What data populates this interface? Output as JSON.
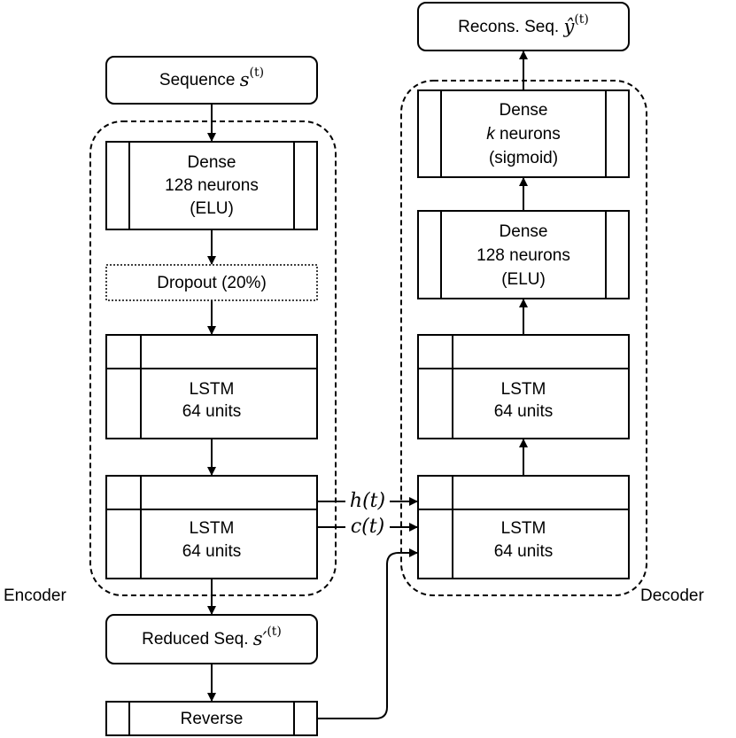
{
  "encoder": {
    "label": "Encoder",
    "input": {
      "text": "Sequence ",
      "symbol": "s",
      "superscript": "(t)"
    },
    "dense": {
      "line1": "Dense",
      "line2": "128 neurons",
      "line3": "(ELU)"
    },
    "dropout": {
      "text": "Dropout (20%)"
    },
    "lstm1": {
      "line1": "LSTM",
      "line2": "64 units"
    },
    "lstm2": {
      "line1": "LSTM",
      "line2": "64 units"
    },
    "output": {
      "text": "Reduced Seq. ",
      "symbol": "s′",
      "superscript": "(t)"
    },
    "reverse": {
      "text": "Reverse"
    }
  },
  "states": {
    "hidden": "h(t)",
    "cell": "c(t)"
  },
  "decoder": {
    "label": "Decoder",
    "lstm1": {
      "line1": "LSTM",
      "line2": "64 units"
    },
    "lstm2": {
      "line1": "LSTM",
      "line2": "64 units"
    },
    "dense1": {
      "line1": "Dense",
      "line2": "128 neurons",
      "line3": "(ELU)"
    },
    "dense2": {
      "line1": "Dense",
      "line2_prefix": "k",
      "line2_suffix": " neurons",
      "line3": "(sigmoid)"
    },
    "output": {
      "text": "Recons. Seq. ",
      "symbol": "ŷ",
      "superscript": "(t)"
    }
  }
}
